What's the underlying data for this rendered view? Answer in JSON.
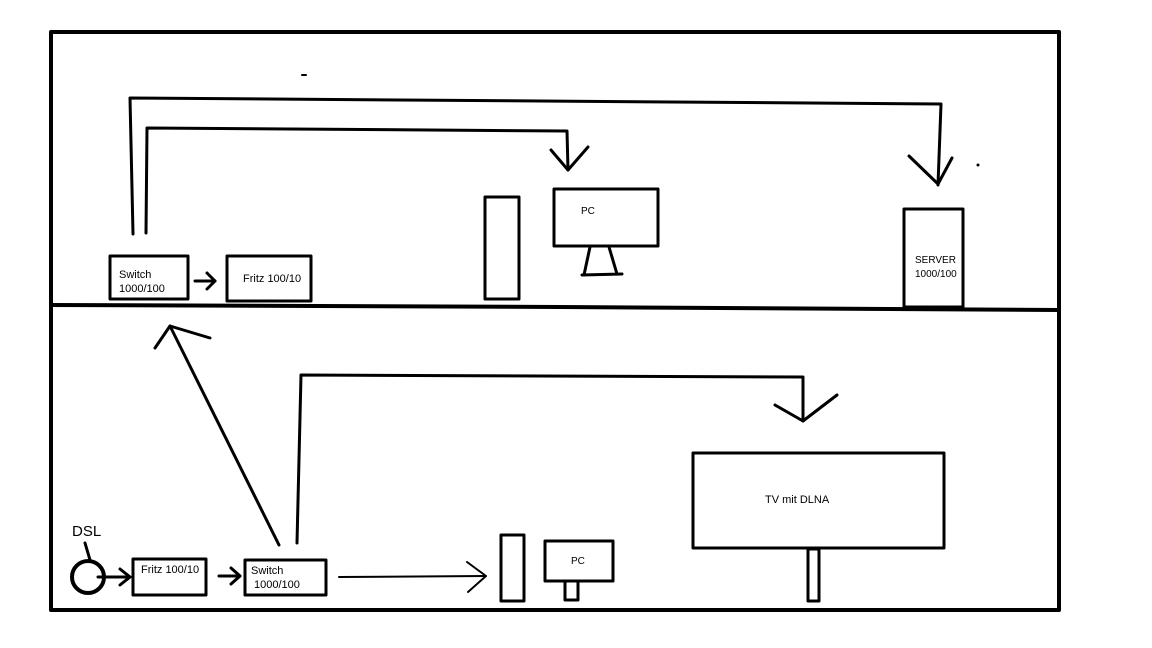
{
  "upper_floor": {
    "switch": {
      "line1": "Switch",
      "line2": "1000/100"
    },
    "fritz": {
      "label": "Fritz 100/10"
    },
    "pc": {
      "label": "PC"
    },
    "server": {
      "line1": "SERVER",
      "line2": "1000/100"
    }
  },
  "lower_floor": {
    "dsl": {
      "label": "DSL"
    },
    "fritz": {
      "label": "Fritz 100/10"
    },
    "switch": {
      "line1": "Switch",
      "line2": "1000/100"
    },
    "pc": {
      "label": "PC"
    },
    "tv": {
      "label": "TV mit DLNA"
    }
  },
  "colors": {
    "ink": "#000000",
    "background": "#ffffff"
  }
}
